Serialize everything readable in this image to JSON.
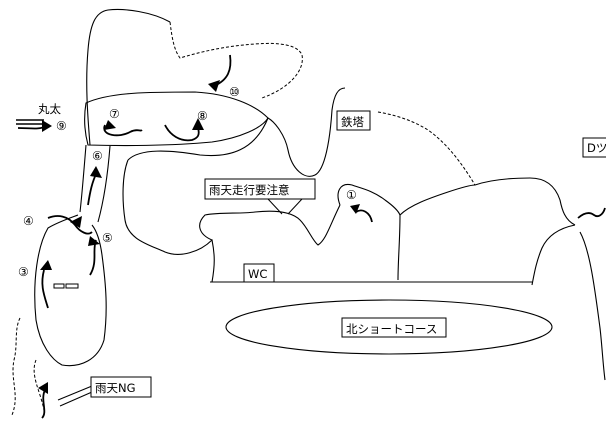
{
  "labels": {
    "north_short_course": "北ショートコース",
    "rain_caution": "雨天走行要注意",
    "rain_ng": "雨天NG",
    "steel_tower": "鉄塔",
    "maruta": "丸太",
    "wc": "WC",
    "d_label": "Dツ"
  },
  "markers": {
    "m1": "①",
    "m3": "③",
    "m4": "④",
    "m5": "⑤",
    "m6": "⑥",
    "m7": "⑦",
    "m8": "⑧",
    "m9": "⑨",
    "m10": "⑩"
  }
}
